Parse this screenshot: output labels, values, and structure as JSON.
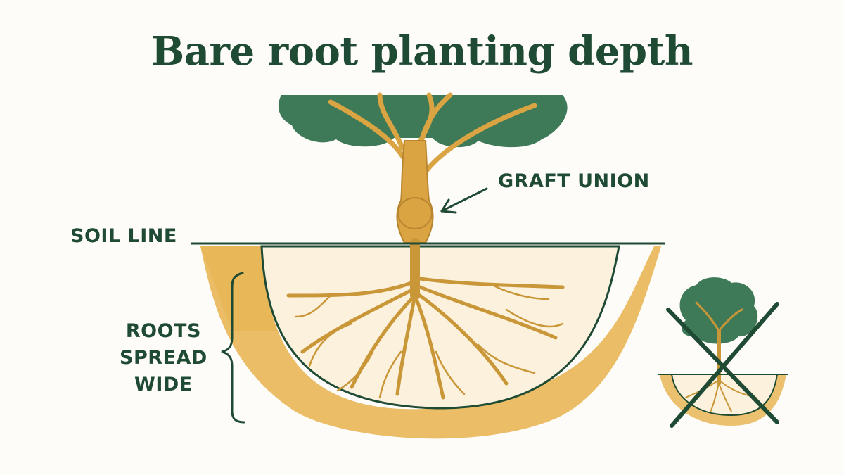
{
  "title": "Bare root planting depth",
  "labels": {
    "graft_union": "GRAFT UNION",
    "soil_line": "SOIL LINE",
    "roots_line1": "ROOTS",
    "roots_line2": "SPREAD",
    "roots_line3": "WIDE"
  },
  "colors": {
    "ink": "#1f4a33",
    "foliage": "#3f7a58",
    "trunk": "#d9a441",
    "soil": "#e6b24c",
    "hole": "#fbf1dc"
  },
  "icons": {
    "incorrect_example": "cross-icon"
  }
}
